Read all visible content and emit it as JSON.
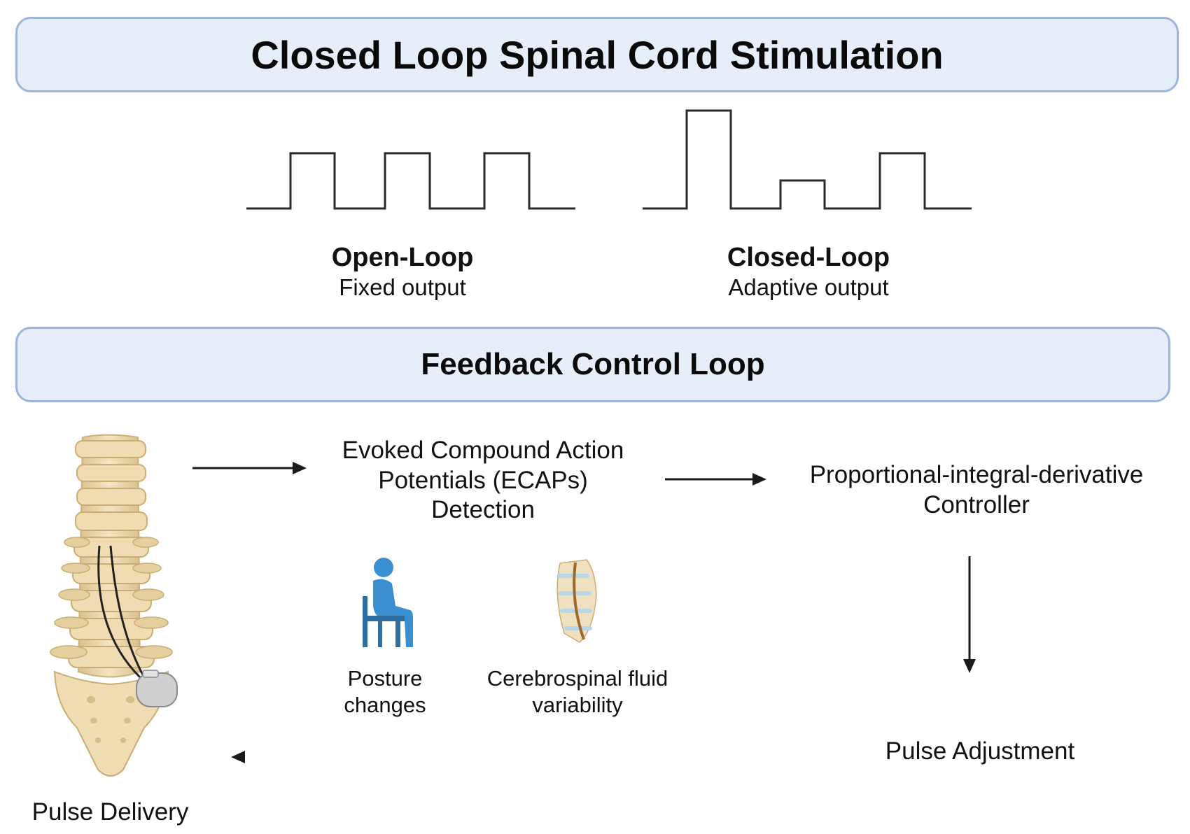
{
  "title": "Closed Loop Spinal Cord Stimulation",
  "modes": [
    {
      "name": "Open-Loop",
      "description": "Fixed output"
    },
    {
      "name": "Closed-Loop",
      "description": "Adaptive output"
    }
  ],
  "feedback_title": "Feedback Control Loop",
  "steps": {
    "detection": "Evoked Compound Action Potentials (ECAPs) Detection",
    "controller": "Proportional-integral-derivative Controller",
    "adjustment": "Pulse Adjustment",
    "delivery": "Pulse Delivery"
  },
  "factors": [
    {
      "label": "Posture changes",
      "icon": "seated-person-icon"
    },
    {
      "label": "Cerebrospinal fluid variability",
      "icon": "spine-segment-icon"
    }
  ],
  "colors": {
    "panel_fill": "#e6eefa",
    "panel_border": "#9db4dc",
    "posture_icon": "#3a8fd0",
    "bone": "#efdcb3"
  }
}
